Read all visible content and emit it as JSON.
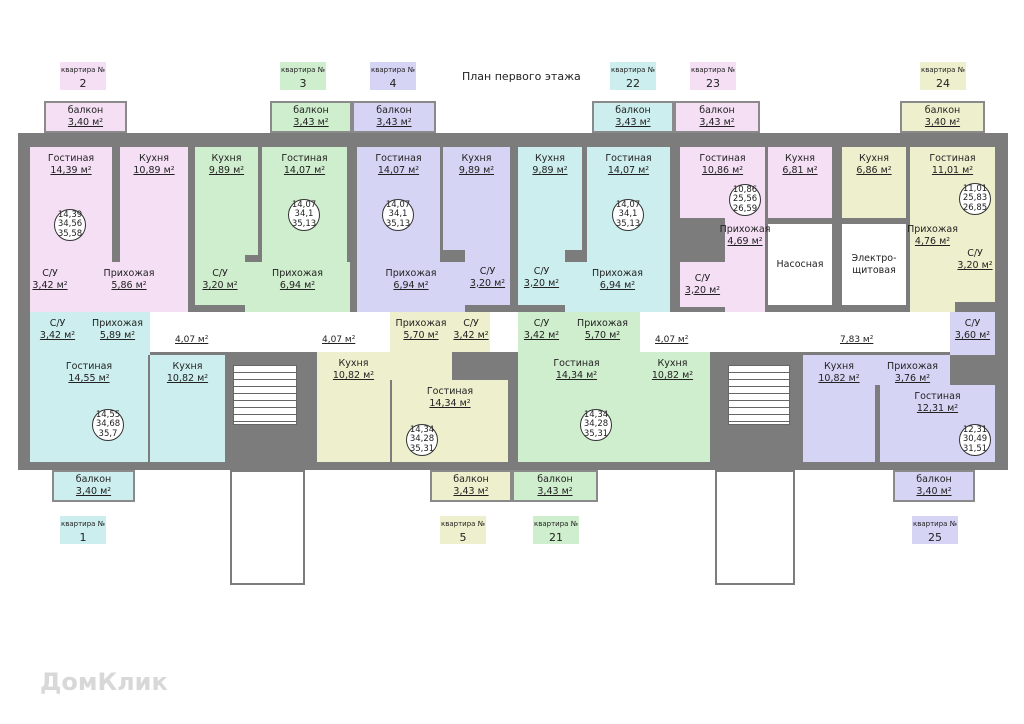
{
  "title": "План первого этажа",
  "apt_label": "квартира №",
  "watermark": "ДомКлик",
  "colors": {
    "wall": "#7c7c7c",
    "pink": "#f4dff4",
    "green": "#cfeecd",
    "lavender": "#d6d4f4",
    "cyan": "#cdeeee",
    "yellow": "#eef0cd"
  },
  "apartments": [
    {
      "num": "2",
      "color": "#f4dff4",
      "balcony": {
        "name": "балкон",
        "area": "3,40 м²"
      },
      "totals": [
        "14,39",
        "34,56",
        "35,58"
      ],
      "rooms": [
        {
          "name": "Гостиная",
          "area": "14,39 м²"
        },
        {
          "name": "Кухня",
          "area": "10,89 м²"
        },
        {
          "name": "С/У",
          "area": "3,42 м²"
        },
        {
          "name": "Прихожая",
          "area": "5,86 м²"
        }
      ]
    },
    {
      "num": "3",
      "color": "#cfeecd",
      "balcony": {
        "name": "балкон",
        "area": "3,43 м²"
      },
      "totals": [
        "14,07",
        "34,1",
        "35,13"
      ],
      "rooms": [
        {
          "name": "Кухня",
          "area": "9,89 м²"
        },
        {
          "name": "Гостиная",
          "area": "14,07 м²"
        },
        {
          "name": "С/У",
          "area": "3,20 м²"
        },
        {
          "name": "Прихожая",
          "area": "6,94 м²"
        }
      ]
    },
    {
      "num": "4",
      "color": "#d6d4f4",
      "balcony": {
        "name": "балкон",
        "area": "3,43 м²"
      },
      "totals": [
        "14,07",
        "34,1",
        "35,13"
      ],
      "rooms": [
        {
          "name": "Гостиная",
          "area": "14,07 м²"
        },
        {
          "name": "Кухня",
          "area": "9,89 м²"
        },
        {
          "name": "С/У",
          "area": "3,20 м²"
        },
        {
          "name": "Прихожая",
          "area": "6,94 м²"
        }
      ]
    },
    {
      "num": "22",
      "color": "#cdeeee",
      "balcony": {
        "name": "балкон",
        "area": "3,43 м²"
      },
      "totals": [
        "14,07",
        "34,1",
        "35,13"
      ],
      "rooms": [
        {
          "name": "Кухня",
          "area": "9,89 м²"
        },
        {
          "name": "Гостиная",
          "area": "14,07 м²"
        },
        {
          "name": "С/У",
          "area": "3,20 м²"
        },
        {
          "name": "Прихожая",
          "area": "6,94 м²"
        }
      ]
    },
    {
      "num": "23",
      "color": "#f4dff4",
      "balcony": {
        "name": "балкон",
        "area": "3,43 м²"
      },
      "totals": [
        "10,86",
        "25,56",
        "26,59"
      ],
      "rooms": [
        {
          "name": "Гостиная",
          "area": "10,86 м²"
        },
        {
          "name": "Кухня",
          "area": "6,81 м²"
        },
        {
          "name": "С/У",
          "area": "3,20 м²"
        },
        {
          "name": "Прихожая",
          "area": "4,69 м²"
        }
      ]
    },
    {
      "num": "24",
      "color": "#eef0cd",
      "balcony": {
        "name": "балкон",
        "area": "3,40 м²"
      },
      "totals": [
        "11,01",
        "25,83",
        "26,85"
      ],
      "rooms": [
        {
          "name": "Кухня",
          "area": "6,86 м²"
        },
        {
          "name": "Гостиная",
          "area": "11,01 м²"
        },
        {
          "name": "Прихожая",
          "area": "4,76 м²"
        },
        {
          "name": "С/У",
          "area": "3,20 м²"
        }
      ]
    },
    {
      "num": "1",
      "color": "#cdeeee",
      "balcony": {
        "name": "балкон",
        "area": "3,40 м²"
      },
      "totals": [
        "14,55",
        "34,68",
        "35,7"
      ],
      "rooms": [
        {
          "name": "С/У",
          "area": "3,42 м²"
        },
        {
          "name": "Прихожая",
          "area": "5,89 м²"
        },
        {
          "name": "Гостиная",
          "area": "14,55 м²"
        },
        {
          "name": "Кухня",
          "area": "10,82 м²"
        }
      ]
    },
    {
      "num": "5",
      "color": "#eef0cd",
      "balcony": {
        "name": "балкон",
        "area": "3,43 м²"
      },
      "totals": [
        "14,34",
        "34,28",
        "35,31"
      ],
      "rooms": [
        {
          "name": "Кухня",
          "area": "10,82 м²"
        },
        {
          "name": "Прихожая",
          "area": "5,70 м²"
        },
        {
          "name": "С/У",
          "area": "3,42 м²"
        },
        {
          "name": "Гостиная",
          "area": "14,34 м²"
        }
      ]
    },
    {
      "num": "21",
      "color": "#cfeecd",
      "balcony": {
        "name": "балкон",
        "area": "3,43 м²"
      },
      "totals": [
        "14,34",
        "34,28",
        "35,31"
      ],
      "rooms": [
        {
          "name": "С/У",
          "area": "3,42 м²"
        },
        {
          "name": "Прихожая",
          "area": "5,70 м²"
        },
        {
          "name": "Гостиная",
          "area": "14,34 м²"
        },
        {
          "name": "Кухня",
          "area": "10,82 м²"
        }
      ]
    },
    {
      "num": "25",
      "color": "#d6d4f4",
      "balcony": {
        "name": "балкон",
        "area": "3,40 м²"
      },
      "totals": [
        "12,31",
        "30,49",
        "31,51"
      ],
      "rooms": [
        {
          "name": "Кухня",
          "area": "10,82 м²"
        },
        {
          "name": "Прихожая",
          "area": "3,76 м²"
        },
        {
          "name": "С/У",
          "area": "3,60 м²"
        },
        {
          "name": "Гостиная",
          "area": "12,31 м²"
        }
      ]
    }
  ],
  "technical": [
    {
      "name": "Насосная"
    },
    {
      "name": "Электро-щитовая"
    }
  ],
  "corridors": [
    {
      "area": "4,07 м²"
    },
    {
      "area": "4,07 м²"
    },
    {
      "area": "4,07 м²"
    },
    {
      "area": "7,83 м²"
    }
  ]
}
